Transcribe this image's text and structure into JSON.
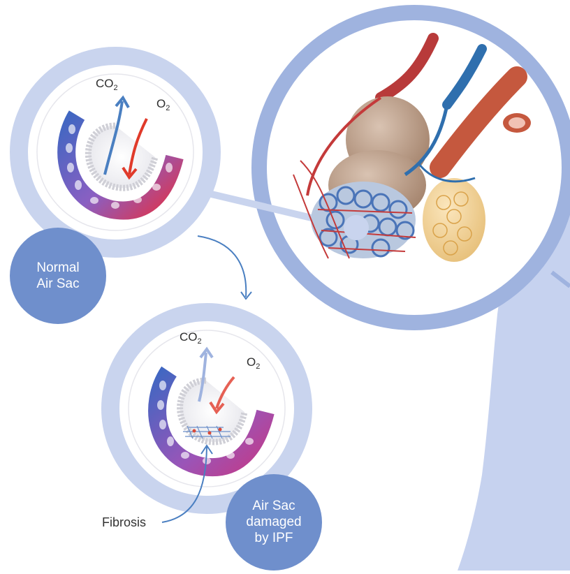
{
  "labels": {
    "normal": [
      "Normal",
      "Air Sac"
    ],
    "damaged": [
      "Air Sac",
      "damaged",
      "by IPF"
    ],
    "fibrosis": "Fibrosis",
    "gas_co": "CO",
    "gas_o": "O",
    "subscript": "2"
  },
  "colors": {
    "ring": "#c9d4ee",
    "big_ring": "#9fb3df",
    "body": "#c6d2ef",
    "label_disc": "#6f8fcc",
    "arrow_blue": "#4a7fc1",
    "arrow_red": "#e03a2a"
  }
}
